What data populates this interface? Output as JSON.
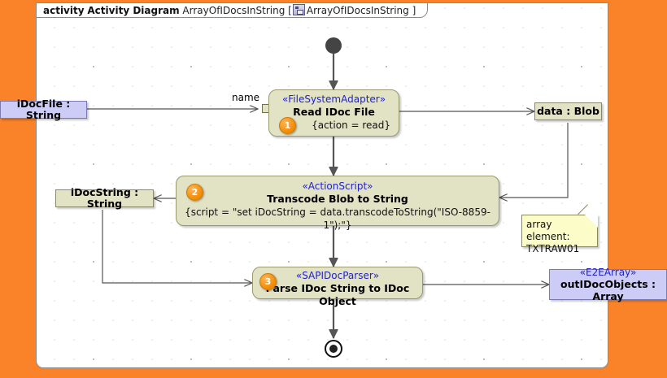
{
  "frame": {
    "keyword": "activity",
    "kind": "Activity Diagram",
    "name": "ArrayOfIDocsInString",
    "bracket_open": "[",
    "classifier_icon": "classifier-icon",
    "classifier": "ArrayOfIDocsInString",
    "bracket_close": "]"
  },
  "nodes": [
    {
      "id": "read-idoc-file",
      "badge": "1",
      "stereotype": "«FileSystemAdapter»",
      "name": "Read IDoc File",
      "tagged": "{action = read}"
    },
    {
      "id": "transcode-blob-to-string",
      "badge": "2",
      "stereotype": "«ActionScript»",
      "name": "Transcode Blob to String",
      "tagged": "{script = \"set iDocString = data.transcodeToString(\"ISO-8859-1\");\"}"
    },
    {
      "id": "parse-idoc-string",
      "badge": "3",
      "stereotype": "«SAPIDocParser»",
      "name": "Parse IDoc String to IDoc Object",
      "tagged": ""
    }
  ],
  "objects": {
    "input_param": "iDocFile : String",
    "data_blob": "data : Blob",
    "idoc_string": "iDocString : String",
    "out_array_stereotype": "«E2EArray»",
    "out_array": "outIDocObjects : Array"
  },
  "note": {
    "line1": "array element:",
    "line2": "TXTRAW01"
  },
  "edge_labels": {
    "name_pin": "name"
  },
  "colors": {
    "page_background": "#FA8229",
    "frame_background": "#FFFFFF",
    "action_fill": "#E2E2C4",
    "action_border": "#9A9A6E",
    "lavender_fill": "#CCCCF7",
    "note_fill": "#FCFCC8",
    "badge_fill": "#F08A00",
    "stereotype_text": "#2222CC",
    "edge_stroke": "#555555"
  }
}
